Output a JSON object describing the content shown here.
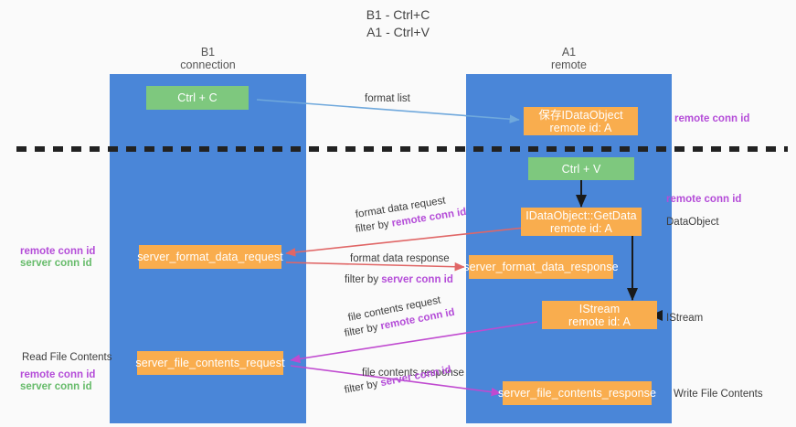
{
  "title": "B1 - Ctrl+C\nA1 - Ctrl+V",
  "colors": {
    "lane": "#4a86d8",
    "green_box": "#7ec87e",
    "orange_box": "#f9ad4e",
    "remote_conn_id": "#b44cd8",
    "server_conn_id": "#66bb6a",
    "arrow_blue": "#6fa8dc",
    "arrow_red": "#e06666",
    "arrow_magenta": "#c04ad0",
    "arrow_black": "#1a1a1a",
    "divider": "#222222"
  },
  "lanes": [
    {
      "id": "b1",
      "title": "B1\nconnection"
    },
    {
      "id": "a1",
      "title": "A1\nremote"
    }
  ],
  "boxes": [
    {
      "id": "ctrl-c",
      "line1": "Ctrl + C",
      "line2": "",
      "style": "green"
    },
    {
      "id": "save-idataobject",
      "line1": "保存IDataObject",
      "line2": "remote id: A",
      "style": "orange"
    },
    {
      "id": "ctrl-v",
      "line1": "Ctrl + V",
      "line2": "",
      "style": "green"
    },
    {
      "id": "idataobject-getdata",
      "line1": "IDataObject::GetData",
      "line2": "remote id: A",
      "style": "orange"
    },
    {
      "id": "server-format-data-request",
      "line1": "server_format_data_request",
      "line2": "",
      "style": "orange"
    },
    {
      "id": "server-format-data-response",
      "line1": "server_format_data_response",
      "line2": "",
      "style": "orange"
    },
    {
      "id": "istream",
      "line1": "IStream",
      "line2": "remote id: A",
      "style": "orange"
    },
    {
      "id": "server-file-contents-request",
      "line1": "server_file_contents_request",
      "line2": "",
      "style": "orange"
    },
    {
      "id": "server-file-contents-response",
      "line1": "server_file_contents_response",
      "line2": "",
      "style": "orange"
    }
  ],
  "arrow_labels": {
    "format_list": "format list",
    "format_data_request": "format data request",
    "format_data_response": "format data response",
    "file_contents_request": "file contents request",
    "file_contents_response": "file contents response",
    "filter_by": "filter by",
    "remote_conn_id": "remote conn id",
    "server_conn_id": "server conn id"
  },
  "side_labels": {
    "right_remote_conn_id_top": "remote conn id",
    "right_remote_conn_id_mid": "remote conn id",
    "right_dataobject": "DataObject",
    "right_istream": "IStream",
    "right_write_file_contents": "Write File Contents",
    "left_read_file_contents": "Read File Contents",
    "left_remote_conn_id_mid": "remote conn id",
    "left_server_conn_id_mid": "server conn id",
    "left_remote_conn_id_bottom": "remote conn id",
    "left_server_conn_id_bottom": "server conn id"
  }
}
